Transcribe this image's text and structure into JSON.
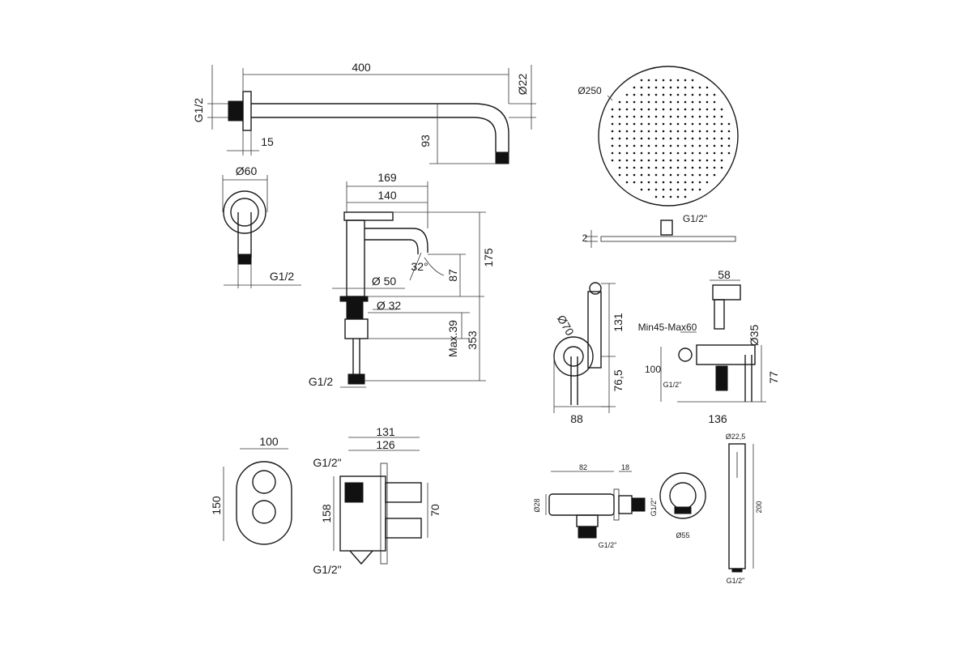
{
  "labels": {
    "arm_length": "400",
    "arm_diameter": "Ø22",
    "arm_thread": "G1/2",
    "arm_offset": "15",
    "arm_drop": "93",
    "flange_diameter": "Ø60",
    "elbow_thread": "G1/2",
    "mixer_reach_total": "169",
    "mixer_reach": "140",
    "mixer_angle": "32°",
    "mixer_base": "Ø 50",
    "mixer_shank": "Ø 32",
    "mixer_height_total": "175",
    "mixer_spout_height": "87",
    "mixer_under": "353",
    "mixer_max": "Max.39",
    "mixer_thread": "G1/2",
    "head_diameter": "Ø250",
    "head_thread": "G1/2\"",
    "head_thickness": "2",
    "bidet_plate": "Ø70",
    "bidet_height": "131",
    "bidet_lower": "76,5",
    "bidet_width": "88",
    "bidet_top_width": "58",
    "bidet_range": "Min45-Max60",
    "bidet_hose_dia": "Ø35",
    "bidet_box_height": "100",
    "bidet_side_thread": "G1/2\"",
    "bidet_right_height": "77",
    "bidet_depth": "136",
    "plate_width": "100",
    "plate_height": "150",
    "valve_width_total": "131",
    "valve_width": "126",
    "valve_thread_top": "G1/2\"",
    "valve_height": "158",
    "valve_inner_height": "70",
    "valve_thread_bottom": "G1/2\"",
    "outlet_length": "82",
    "outlet_nut": "18",
    "outlet_diameter": "Ø28",
    "outlet_thread_side": "G1/2\"",
    "outlet_thread_bottom": "G1/2\"",
    "outlet_flange": "Ø55",
    "hand_diameter": "Ø22,5",
    "hand_length": "200",
    "hand_thread": "G1/2\""
  }
}
